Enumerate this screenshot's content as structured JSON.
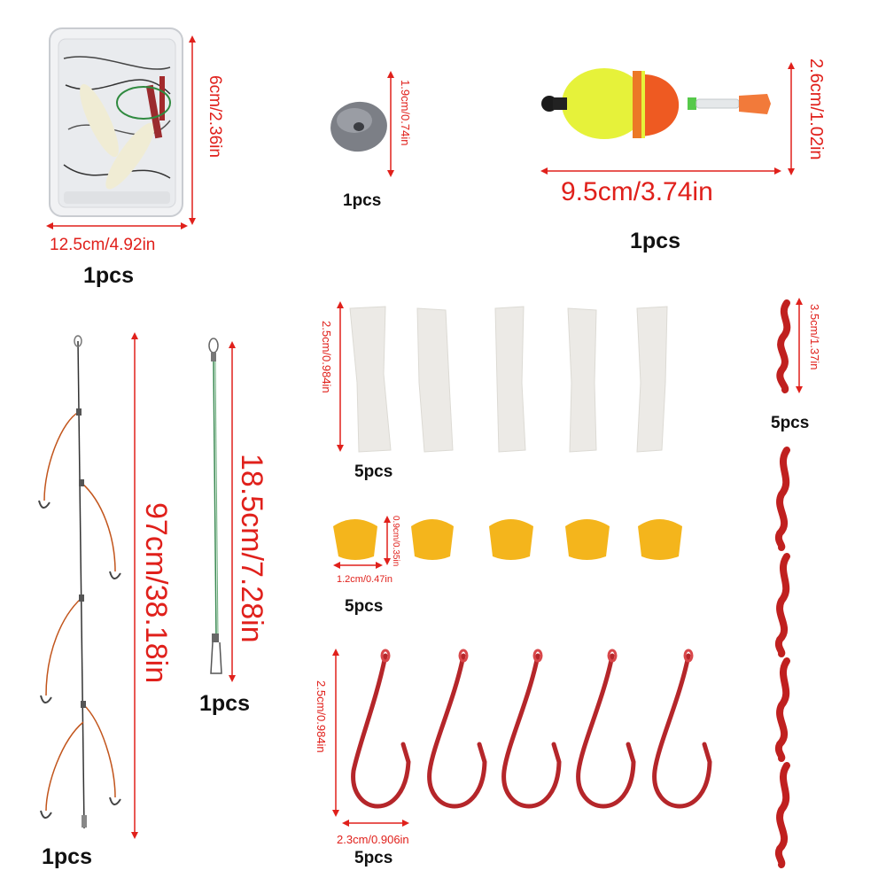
{
  "items": {
    "tackle_box": {
      "height_label": "6cm/2.36in",
      "width_label": "12.5cm/4.92in",
      "qty": "1pcs"
    },
    "sinker": {
      "height_label": "1.9cm/0.74in",
      "qty": "1pcs"
    },
    "float": {
      "height_label": "2.6cm/1.02in",
      "length_label": "9.5cm/3.74in",
      "qty": "1pcs"
    },
    "hook_rig": {
      "length_label": "97cm/38.18in",
      "qty": "1pcs"
    },
    "leader": {
      "length_label": "18.5cm/7.28in",
      "qty": "1pcs"
    },
    "foam_baits": {
      "height_label": "2.5cm/0.984in",
      "qty": "5pcs"
    },
    "corn_baits": {
      "height_label": "0.9cm/0.35in",
      "width_label": "1.2cm/0.47in",
      "qty": "5pcs"
    },
    "hooks": {
      "height_label": "2.5cm/0.984in",
      "width_label": "2.3cm/0.906in",
      "qty": "5pcs"
    },
    "worms": {
      "length_label": "3.5cm/1.37in",
      "qty": "5pcs"
    }
  },
  "colors": {
    "dimension": "#e0201b",
    "hook": "#b5262a",
    "float_yellow": "#e6f23a",
    "float_orange": "#ee5a22",
    "corn": "#f4b51c",
    "worm": "#c0201f"
  }
}
